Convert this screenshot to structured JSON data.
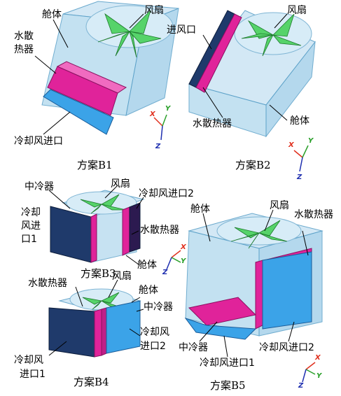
{
  "colors": {
    "cabin": "#b9dcef",
    "cabin_edge": "#5aa0c8",
    "fan": "#56d36a",
    "radiator": "#e0239a",
    "intake": "#1f3a6b",
    "intake_light": "#3ba3e8",
    "axis_x": "#e0301e",
    "axis_y": "#2aa02a",
    "axis_z": "#2030b0"
  },
  "b1": {
    "cabin": "舱体",
    "fan": "风扇",
    "radiator_a": "水散",
    "radiator_b": "热器",
    "intake": "冷却风进口",
    "caption": "方案B1"
  },
  "b2": {
    "fan": "风扇",
    "intake": "进风口",
    "radiator": "水散热器",
    "cabin": "舱体",
    "caption": "方案B2"
  },
  "b3": {
    "intercooler": "中冷器",
    "fan": "风扇",
    "intake2": "冷却风进口2",
    "intake1_a": "冷却",
    "intake1_b": "风进",
    "intake1_c": "口1",
    "radiator": "水散热器",
    "cabin": "舱体",
    "caption": "方案B3"
  },
  "b4": {
    "radiator": "水散热器",
    "fan": "风扇",
    "cabin": "舱体",
    "intercooler": "中冷器",
    "intake1_a": "冷却风",
    "intake1_b": "进口1",
    "intake2_a": "冷却风",
    "intake2_b": "进口2",
    "caption": "方案B4"
  },
  "b5": {
    "cabin": "舱体",
    "fan": "风扇",
    "radiator": "水散热器",
    "intercooler": "中冷器",
    "intake2": "冷却风进口2",
    "intake1": "冷却风进口1",
    "caption": "方案B5"
  },
  "axes": {
    "x": "X",
    "y": "Y",
    "z": "Z"
  }
}
